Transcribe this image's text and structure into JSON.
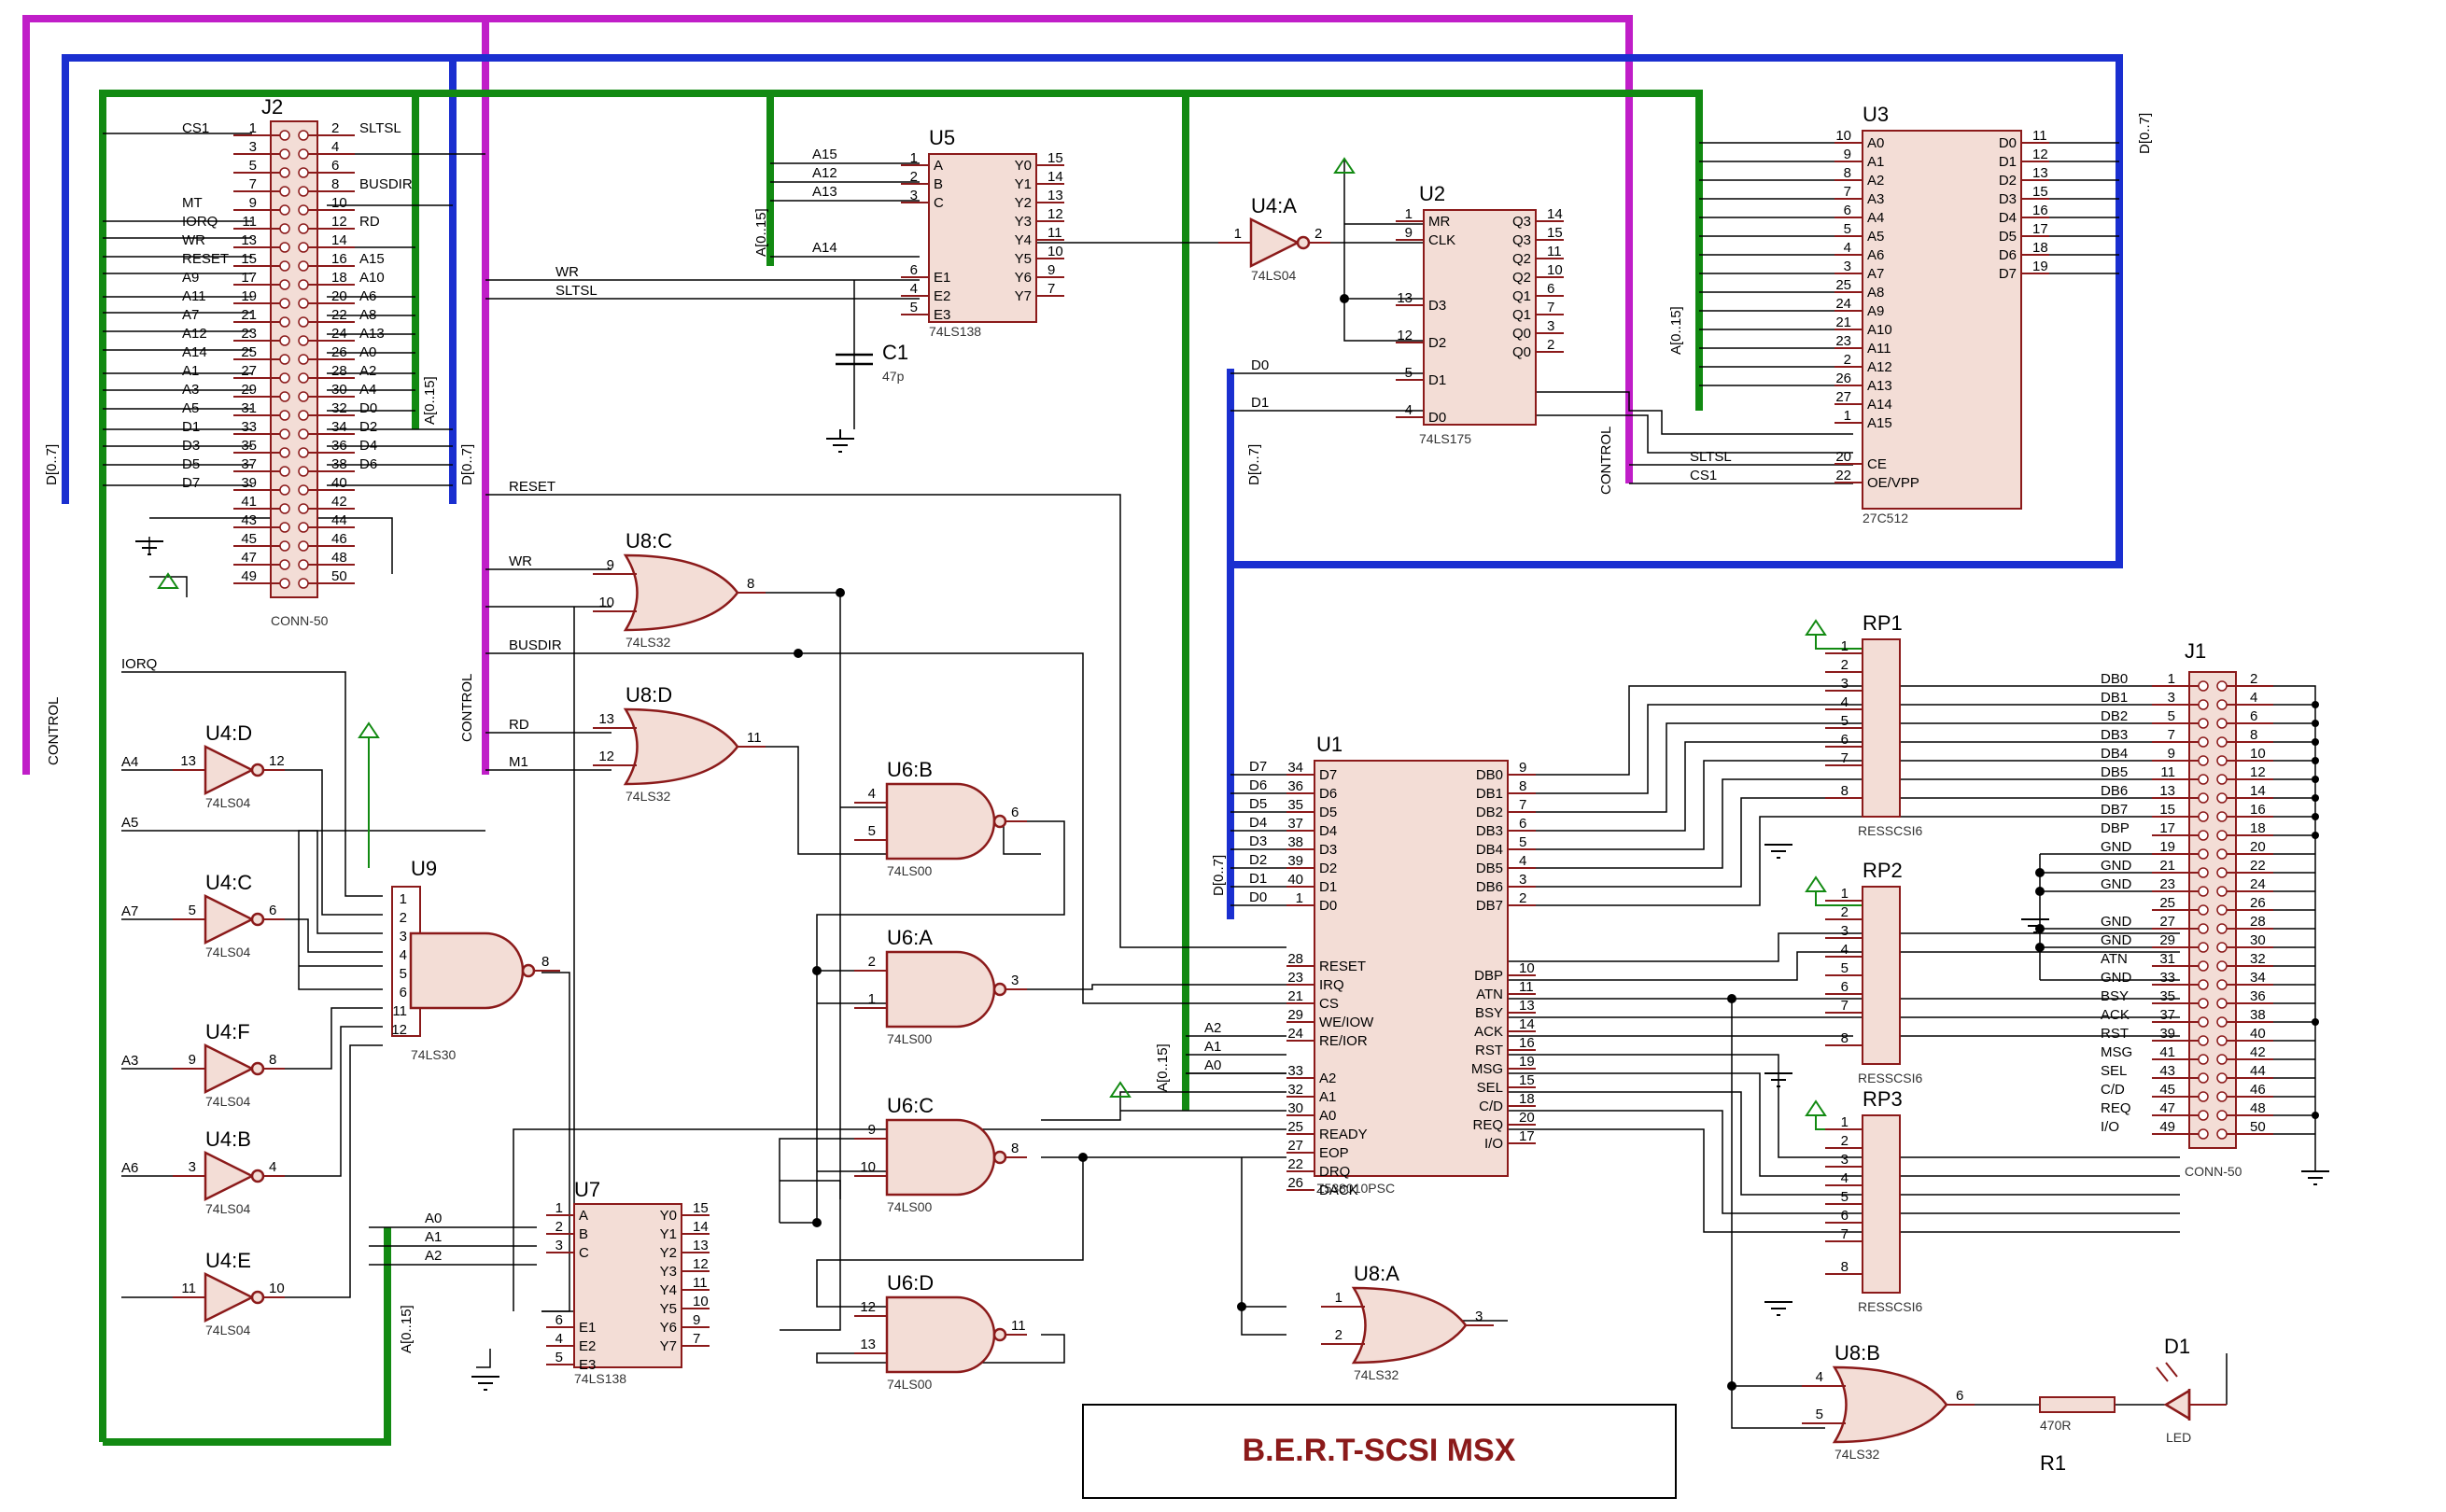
{
  "colors": {
    "control_bus": "#c01ec8",
    "data_bus": "#1a2fd0",
    "address_bus": "#128a12",
    "component_outline": "#8b1a1a",
    "component_fill": "#f3ddd6",
    "title_text": "#8b1a1a"
  },
  "title": "B.E.R.T-SCSI MSX",
  "bus_labels": {
    "d07": "D[0..7]",
    "a015": "A[0..15]",
    "control": "CONTROL"
  },
  "components": {
    "J2": {
      "ref": "J2",
      "part": "CONN-50"
    },
    "J1": {
      "ref": "J1",
      "part": "CONN-50"
    },
    "U5": {
      "ref": "U5",
      "part": "74LS138",
      "in_pins": [
        "A",
        "B",
        "C",
        "E1",
        "E2",
        "E3"
      ],
      "out_pins": [
        "Y0",
        "Y1",
        "Y2",
        "Y3",
        "Y4",
        "Y5",
        "Y6",
        "Y7"
      ],
      "in_nums": [
        "1",
        "2",
        "3",
        "6",
        "4",
        "5"
      ],
      "out_nums": [
        "15",
        "14",
        "13",
        "12",
        "11",
        "10",
        "9",
        "7"
      ]
    },
    "U7": {
      "ref": "U7",
      "part": "74LS138",
      "in_pins": [
        "A",
        "B",
        "C",
        "E1",
        "E2",
        "E3"
      ],
      "out_pins": [
        "Y0",
        "Y1",
        "Y2",
        "Y3",
        "Y4",
        "Y5",
        "Y6",
        "Y7"
      ],
      "in_nums": [
        "1",
        "2",
        "3",
        "6",
        "4",
        "5"
      ],
      "out_nums": [
        "15",
        "14",
        "13",
        "12",
        "11",
        "10",
        "9",
        "7"
      ]
    },
    "U2": {
      "ref": "U2",
      "part": "74LS175",
      "in_pins": [
        "MR",
        "CLK",
        "D3",
        "D2",
        "D1",
        "D0"
      ],
      "in_nums": [
        "1",
        "9",
        "13",
        "12",
        "5",
        "4"
      ],
      "out_pins": [
        "Q3",
        "Q3",
        "Q2",
        "Q2",
        "Q1",
        "Q1",
        "Q0",
        "Q0"
      ],
      "out_nums": [
        "14",
        "15",
        "11",
        "10",
        "6",
        "7",
        "3",
        "2"
      ]
    },
    "U3": {
      "ref": "U3",
      "part": "27C512",
      "in_pins": [
        "A0",
        "A1",
        "A2",
        "A3",
        "A4",
        "A5",
        "A6",
        "A7",
        "A8",
        "A9",
        "A10",
        "A11",
        "A12",
        "A13",
        "A14",
        "A15",
        "CE",
        "OE/VPP"
      ],
      "in_nums": [
        "10",
        "9",
        "8",
        "7",
        "6",
        "5",
        "4",
        "3",
        "25",
        "24",
        "21",
        "23",
        "2",
        "26",
        "27",
        "1",
        "20",
        "22"
      ],
      "out_pins": [
        "D0",
        "D1",
        "D2",
        "D3",
        "D4",
        "D5",
        "D6",
        "D7"
      ],
      "out_nums": [
        "11",
        "12",
        "13",
        "15",
        "16",
        "17",
        "18",
        "19"
      ]
    },
    "U1": {
      "ref": "U1",
      "part": "Z538010PSC",
      "left_pins": [
        "D7",
        "D6",
        "D5",
        "D4",
        "D3",
        "D2",
        "D1",
        "D0",
        "RESET",
        "IRQ",
        "CS",
        "WE/IOW",
        "RE/IOR",
        "A2",
        "A1",
        "A0",
        "READY",
        "EOP",
        "DRQ",
        "DACK"
      ],
      "left_nums": [
        "34",
        "36",
        "35",
        "37",
        "38",
        "39",
        "40",
        "1",
        "28",
        "23",
        "21",
        "29",
        "24",
        "33",
        "32",
        "30",
        "25",
        "27",
        "22",
        "26"
      ],
      "right_pins": [
        "DB0",
        "DB1",
        "DB2",
        "DB3",
        "DB4",
        "DB5",
        "DB6",
        "DB7",
        "DBP",
        "ATN",
        "BSY",
        "ACK",
        "RST",
        "MSG",
        "SEL",
        "C/D",
        "REQ",
        "I/O"
      ],
      "right_nums": [
        "9",
        "8",
        "7",
        "6",
        "5",
        "4",
        "3",
        "2",
        "10",
        "11",
        "13",
        "14",
        "16",
        "19",
        "15",
        "18",
        "20",
        "17"
      ]
    },
    "U9": {
      "ref": "U9",
      "part": "74LS30"
    },
    "U4A": {
      "ref": "U4:A",
      "part": "74LS04"
    },
    "U4B": {
      "ref": "U4:B",
      "part": "74LS04"
    },
    "U4C": {
      "ref": "U4:C",
      "part": "74LS04"
    },
    "U4D": {
      "ref": "U4:D",
      "part": "74LS04"
    },
    "U4E": {
      "ref": "U4:E",
      "part": "74LS04"
    },
    "U4F": {
      "ref": "U4:F",
      "part": "74LS04"
    },
    "U6A": {
      "ref": "U6:A",
      "part": "74LS00"
    },
    "U6B": {
      "ref": "U6:B",
      "part": "74LS00"
    },
    "U6C": {
      "ref": "U6:C",
      "part": "74LS00"
    },
    "U6D": {
      "ref": "U6:D",
      "part": "74LS00"
    },
    "U8A": {
      "ref": "U8:A",
      "part": "74LS32"
    },
    "U8B": {
      "ref": "U8:B",
      "part": "74LS32"
    },
    "U8C": {
      "ref": "U8:C",
      "part": "74LS32"
    },
    "U8D": {
      "ref": "U8:D",
      "part": "74LS32"
    },
    "RP1": {
      "ref": "RP1",
      "part": "RESSCSI6"
    },
    "RP2": {
      "ref": "RP2",
      "part": "RESSCSI6"
    },
    "RP3": {
      "ref": "RP3",
      "part": "RESSCSI6"
    },
    "C1": {
      "ref": "C1",
      "part": "47p"
    },
    "R1": {
      "ref": "R1",
      "part": "470R"
    },
    "D1": {
      "ref": "D1",
      "part": "LED"
    }
  },
  "j2": {
    "left_labels": [
      "CS1",
      "",
      "",
      "",
      "MT",
      "IORQ",
      "WR",
      "RESET",
      "A9",
      "A11",
      "A7",
      "A12",
      "A14",
      "A1",
      "A3",
      "A5",
      "D1",
      "D3",
      "D5",
      "D7",
      "",
      "",
      "",
      "",
      ""
    ],
    "right_labels": [
      "SLTSL",
      "",
      "",
      "BUSDIR",
      "",
      "RD",
      "",
      "A15",
      "A10",
      "A6",
      "A8",
      "A13",
      "A0",
      "A2",
      "A4",
      "D0",
      "D2",
      "D4",
      "D6",
      "",
      "",
      "",
      "",
      "",
      ""
    ]
  },
  "j1": {
    "labels": [
      "DB0",
      "DB1",
      "DB2",
      "DB3",
      "DB4",
      "DB5",
      "DB6",
      "DB7",
      "DBP",
      "GND",
      "GND",
      "GND",
      "",
      "GND",
      "GND",
      "ATN",
      "GND",
      "BSY",
      "ACK",
      "RST",
      "MSG",
      "SEL",
      "C/D",
      "REQ",
      "I/O"
    ]
  },
  "nets": {
    "u5_a": [
      "A15",
      "A12",
      "A13",
      "A14"
    ],
    "u5_ctl": [
      "WR",
      "SLTSL"
    ],
    "u7_a": [
      "A0",
      "A1",
      "A2"
    ],
    "u1_d": [
      "D7",
      "D6",
      "D5",
      "D4",
      "D3",
      "D2",
      "D1",
      "D0"
    ],
    "u1_a": [
      "A2",
      "A1",
      "A0"
    ],
    "u2_d": [
      "D0",
      "D1"
    ],
    "u3_ctl": [
      "SLTSL",
      "CS1"
    ],
    "gate_in": [
      "WR",
      "BUSDIR",
      "RD",
      "M1",
      "IORQ",
      "A4",
      "A5",
      "A7",
      "A3",
      "A6",
      "RESET"
    ]
  }
}
